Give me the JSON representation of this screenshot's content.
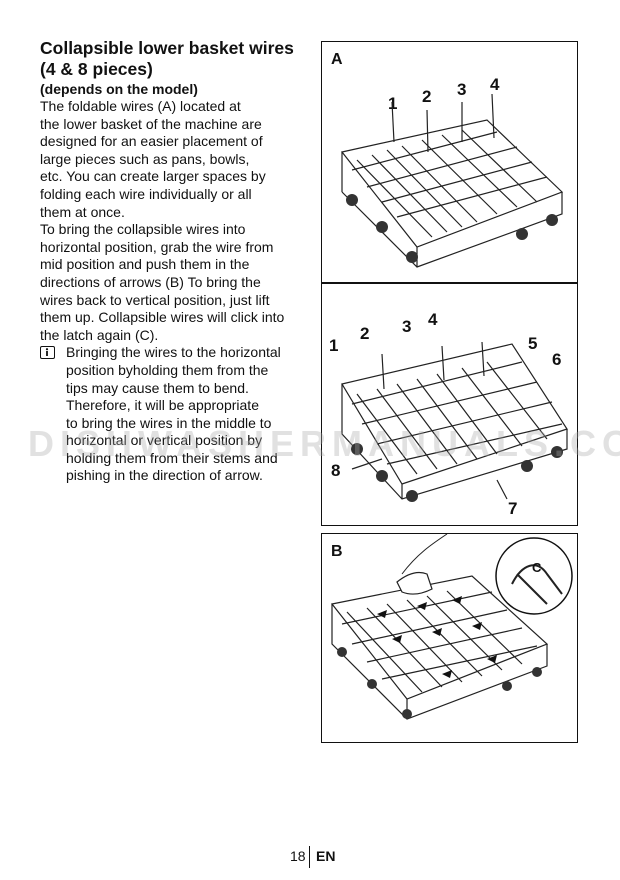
{
  "section": {
    "title_line1": "Collapsible lower basket wires",
    "title_line2": "(4 & 8 pieces)",
    "subtitle": "(depends on the model)",
    "paragraph_lines": [
      "The foldable wires (A) located at",
      "the lower basket of the machine are",
      "designed for an easier placement of",
      "large pieces such as pans, bowls,",
      "etc. You can create larger spaces by",
      "folding each wire individually or all",
      "them at once.",
      "To bring the collapsible wires into",
      "horizontal position, grab the wire from",
      "mid position and push them in the",
      "directions of arrows (B) To bring the",
      "wires back to vertical position,  just lift",
      "them up. Collapsible wires will click into",
      "the latch again (C)."
    ],
    "note_lines": [
      "Bringing the wires to the horizontal",
      "position byholding them from the",
      "tips may cause them to bend.",
      "Therefore, it will be appropriate",
      "to bring the wires in the middle to",
      "horizontal or vertical position by",
      "holding them from their stems and",
      "pishing in the direction of arrow."
    ]
  },
  "figures": {
    "panel_a": {
      "label": "A",
      "callouts": [
        "1",
        "2",
        "3",
        "4"
      ]
    },
    "panel_a2": {
      "callouts": [
        "1",
        "2",
        "3",
        "4",
        "5",
        "6",
        "7",
        "8"
      ]
    },
    "panel_b": {
      "label": "B",
      "detail_label": "C"
    }
  },
  "watermark": "DISHWASHERMANUALS.COM",
  "footer": {
    "page_number": "18",
    "language": "EN"
  }
}
